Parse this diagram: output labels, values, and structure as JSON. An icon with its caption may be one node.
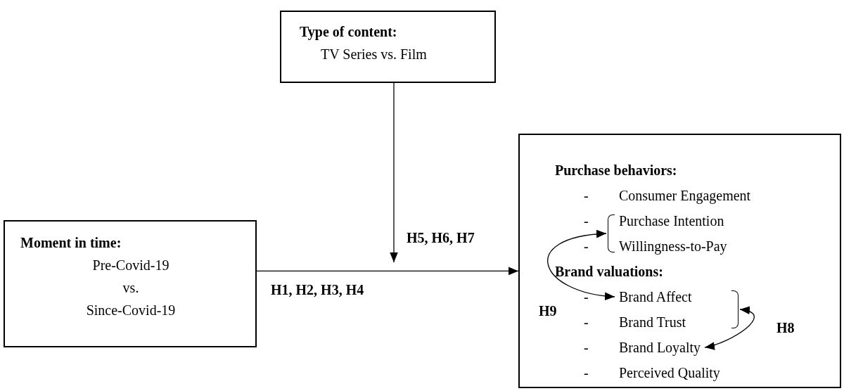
{
  "diagram": {
    "nodes": [
      {
        "text": [
          "Type of content:",
          "TV Series vs. Film"
        ]
      },
      {
        "text": [
          "Moment in time:",
          "Pre-Covid-19 vs. Since-Covid-19"
        ]
      },
      {
        "text": [
          "Purchase behaviors:",
          "Brand valuations:"
        ]
      },
      {
        "text": [
          "Consumer Engagement"
        ],
        "in": 2
      },
      {
        "text": [],
        "shape": "bracket",
        "in": 2
      },
      {
        "text": [
          "Purchase Intention"
        ],
        "in": 4
      },
      {
        "text": [
          "Willingness-to-Pay"
        ],
        "in": 4
      },
      {
        "text": [],
        "shape": "bracket",
        "in": 2
      },
      {
        "text": [
          "Brand Affect"
        ],
        "in": 7
      },
      {
        "text": [
          "Brand Trust"
        ],
        "in": 7
      },
      {
        "text": [
          "Brand Loyalty"
        ],
        "in": 2
      },
      {
        "text": [
          "Perceived Quality"
        ],
        "in": 2
      }
    ],
    "edges": [
      {
        "from": 1,
        "to": 2,
        "arrow": "to",
        "label": "H1, H2, H3, H4"
      },
      {
        "from": 0,
        "to": null,
        "arrow": "to",
        "label": "H5, H6, H7"
      },
      {
        "from": 4,
        "to": 8,
        "arrow": "both",
        "label": "H9"
      },
      {
        "from": 7,
        "to": 10,
        "arrow": "both",
        "label": "H8"
      }
    ],
    "labels": [
      "-",
      "-",
      "-",
      "-",
      "-",
      "-",
      "-"
    ]
  }
}
